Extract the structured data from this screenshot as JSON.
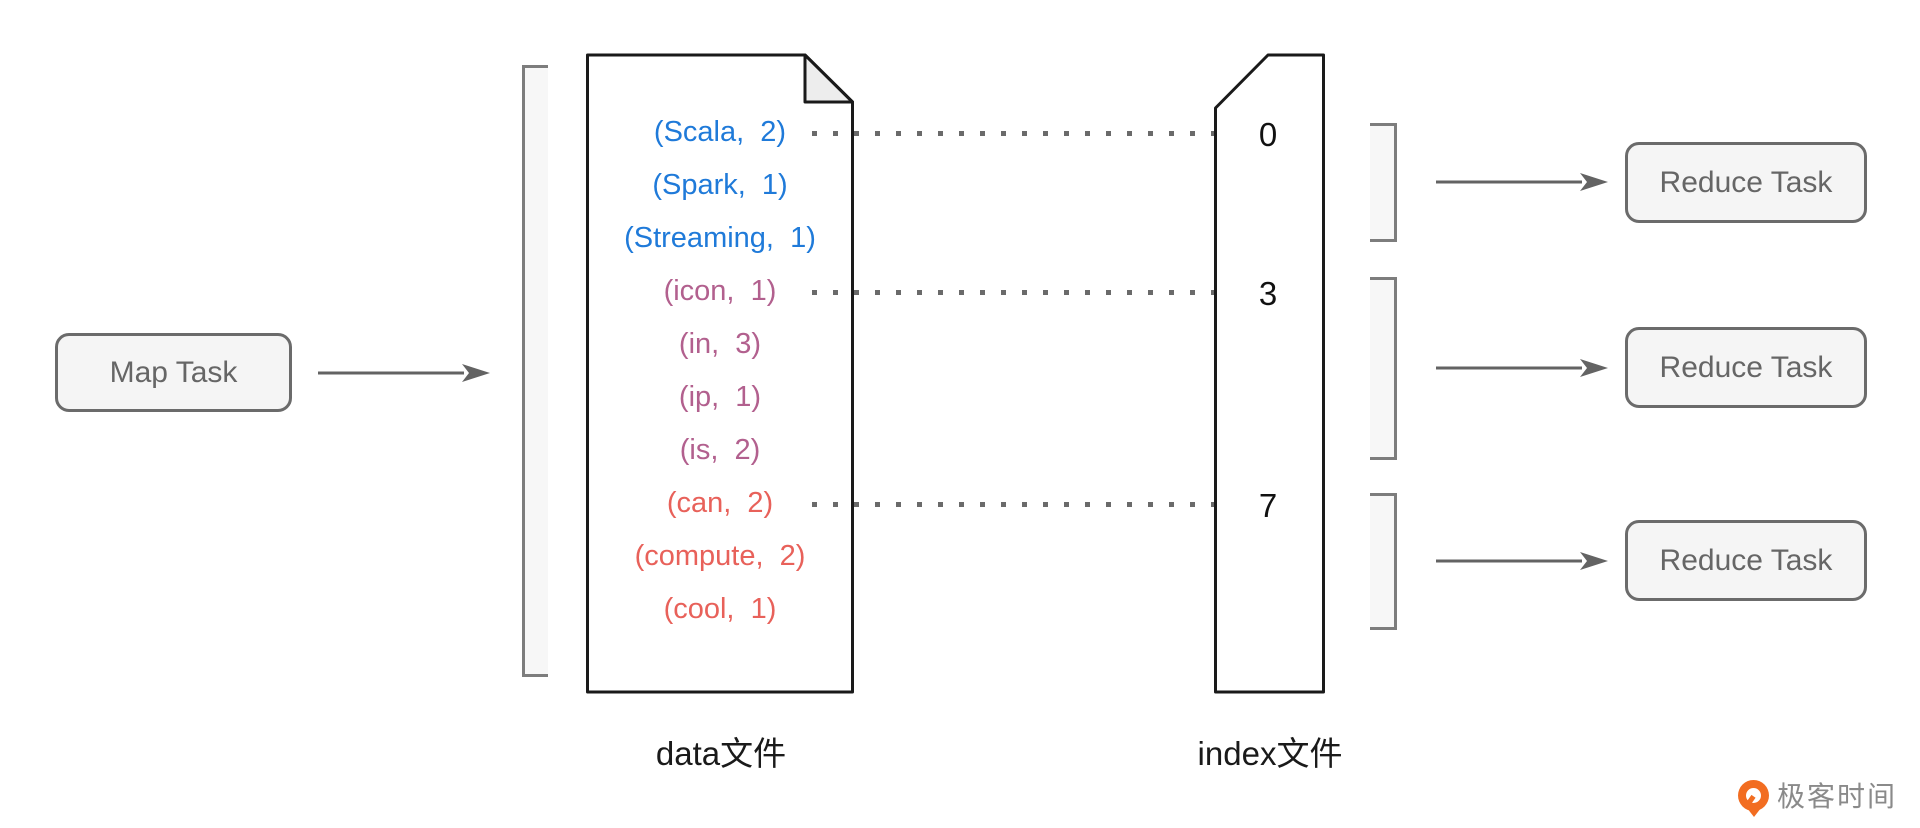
{
  "colors": {
    "blue": "#1f7ad9",
    "purple": "#b2608e",
    "red": "#e8615a",
    "shape_stroke": "#1a1a1a",
    "connector_gray": "#636363",
    "box_fill": "#f5f5f5",
    "box_border": "#6b6b6b",
    "box_text": "#666666",
    "bracket_fill": "#f7f7f7",
    "bracket_stroke": "#7d7d7d",
    "fold_fill": "#ededed",
    "logo_orange": "#f26d21",
    "logo_text_gray": "#8a8a8a"
  },
  "map_task": {
    "label": "Map Task"
  },
  "data_file": {
    "label": "data文件",
    "records": [
      {
        "text": "(Scala,  2)",
        "color": "blue"
      },
      {
        "text": "(Spark,  1)",
        "color": "blue"
      },
      {
        "text": "(Streaming,  1)",
        "color": "blue"
      },
      {
        "text": "(icon,  1)",
        "color": "purple"
      },
      {
        "text": "(in,  3)",
        "color": "purple"
      },
      {
        "text": "(ip,  1)",
        "color": "purple"
      },
      {
        "text": "(is,  2)",
        "color": "purple"
      },
      {
        "text": "(can,  2)",
        "color": "red"
      },
      {
        "text": "(compute,  2)",
        "color": "red"
      },
      {
        "text": "(cool,  1)",
        "color": "red"
      }
    ]
  },
  "index_file": {
    "label": "index文件",
    "offsets": [
      "0",
      "3",
      "7"
    ]
  },
  "reduce_tasks": [
    {
      "label": "Reduce Task"
    },
    {
      "label": "Reduce Task"
    },
    {
      "label": "Reduce Task"
    }
  ],
  "watermark": {
    "text": "极客时间"
  }
}
